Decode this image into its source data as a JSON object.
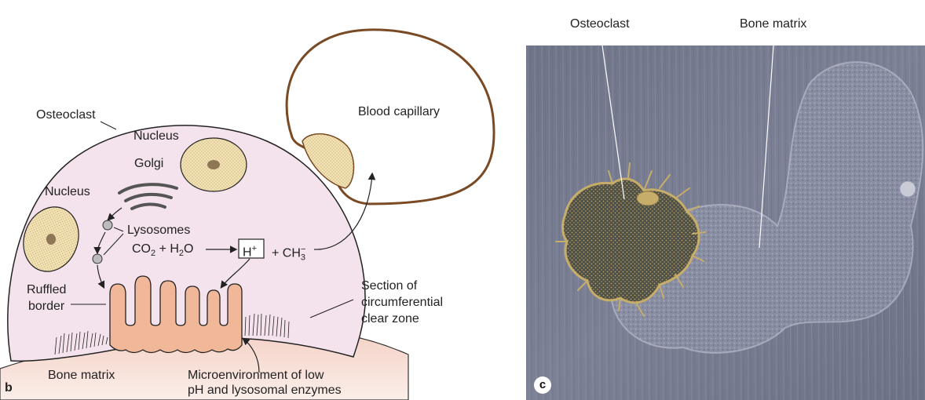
{
  "panel_b": {
    "letter": "b",
    "osteoclast": "Osteoclast",
    "nucleus_top": "Nucleus",
    "golgi": "Golgi",
    "nucleus_left": "Nucleus",
    "lysosomes": "Lysosomes",
    "co2": "CO",
    "co2_sub": "2",
    "plus": " + ",
    "h2o_h": "H",
    "h2o_sub": "2",
    "h2o_o": "O",
    "h_plus": "H",
    "h_plus_sup": "+",
    "plus2": "+ CH",
    "ch3_sub": "3",
    "ch3_sup": "−",
    "blood_capillary": "Blood capillary",
    "ruffled": "Ruffled",
    "border": "border",
    "section_of": "Section of",
    "circumferential": "circumferential",
    "clear_zone": "clear zone",
    "bone_matrix": "Bone matrix",
    "micro1": "Microenvironment of low",
    "micro2": "pH and lysosomal enzymes"
  },
  "panel_c": {
    "letter": "c",
    "osteoclast": "Osteoclast",
    "bone_matrix": "Bone matrix"
  },
  "colors": {
    "cell_fill": "#f4e3ec",
    "nucleus_fill": "#f2e2b4",
    "ruffled_fill": "#f0b899",
    "bone_fill": "#f6d9cf",
    "photo_bg": "#757b8f",
    "osteoclast_photo": "#c7ad6a"
  }
}
